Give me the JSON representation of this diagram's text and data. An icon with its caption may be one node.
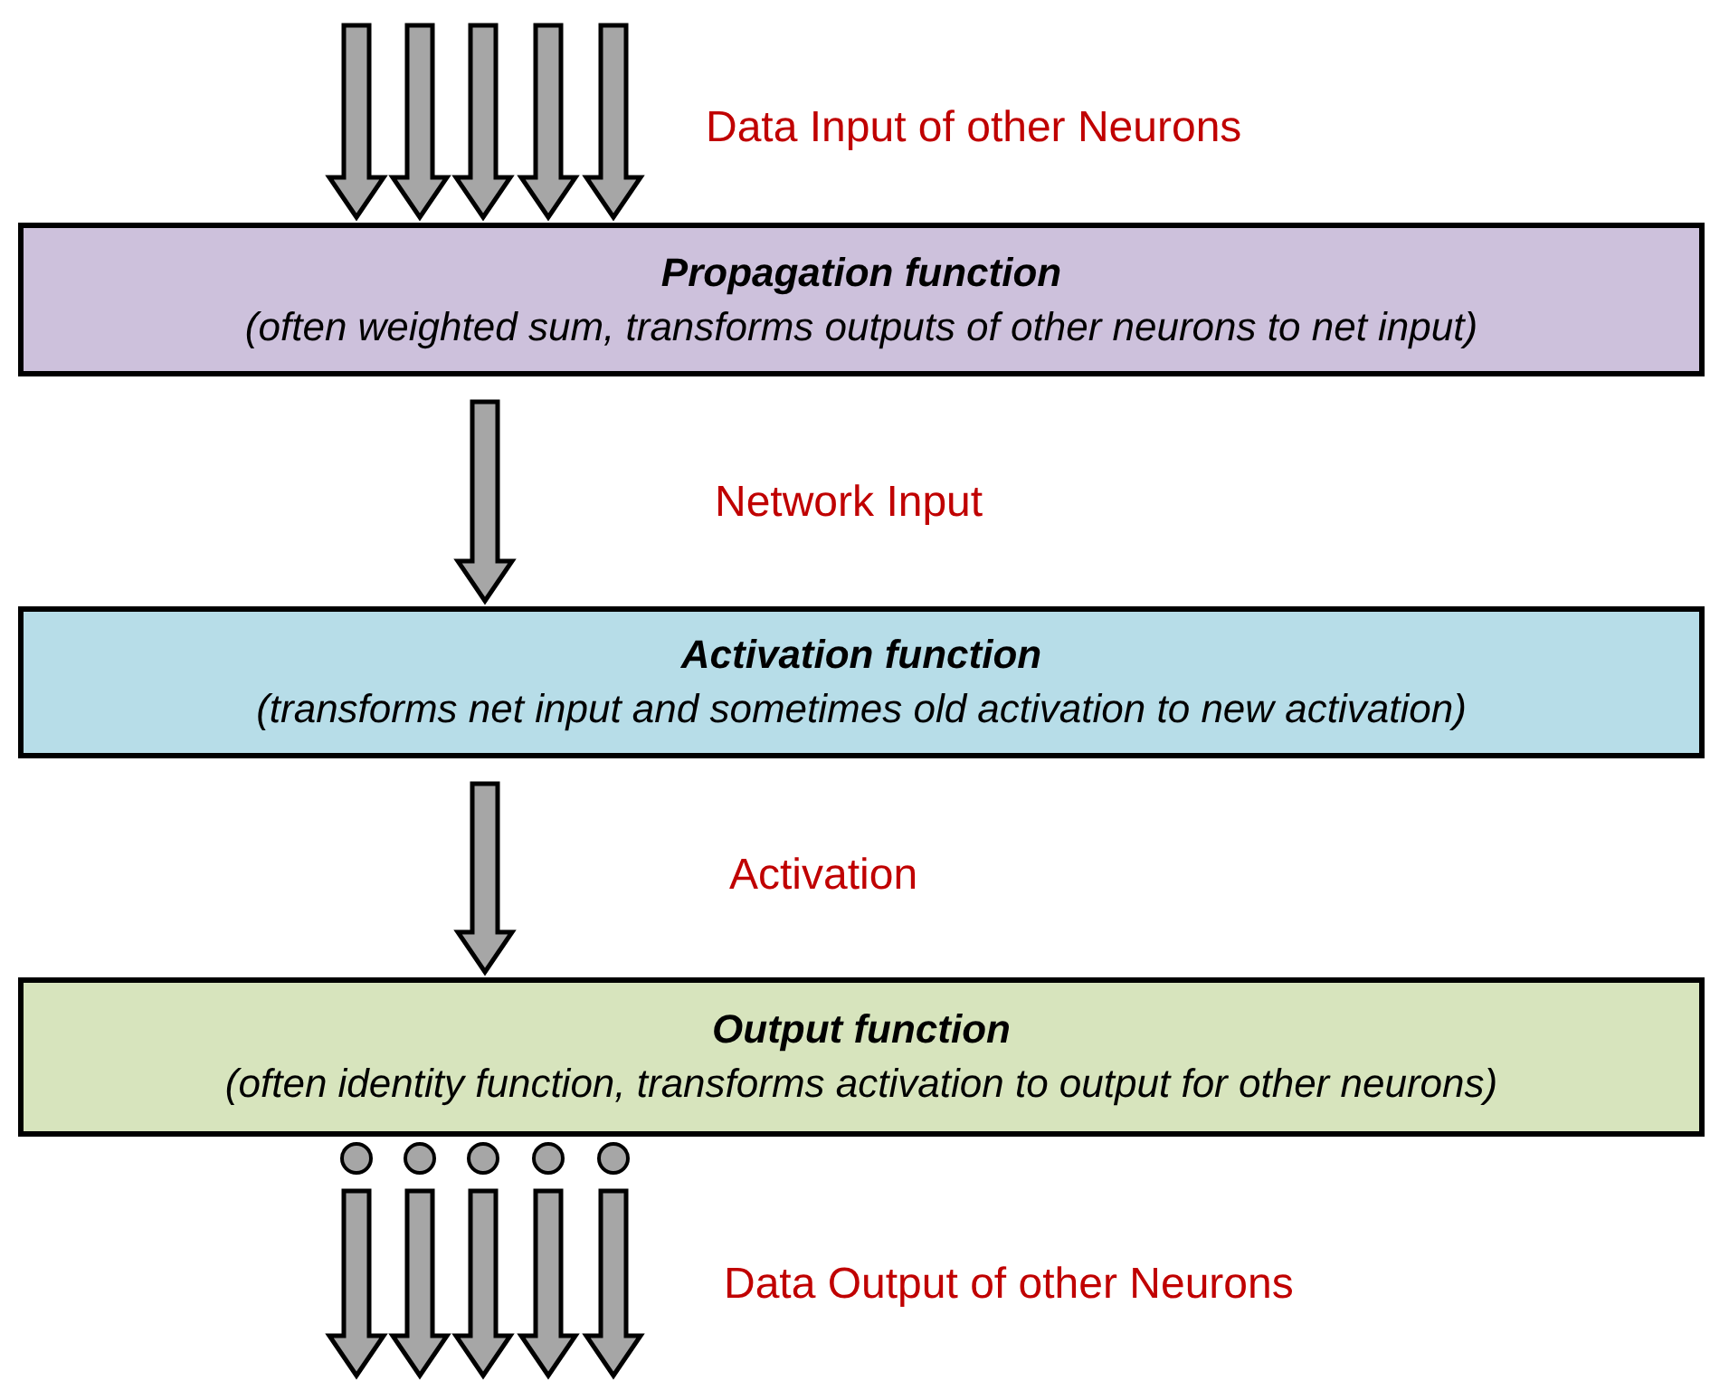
{
  "diagram": {
    "nodes": [
      {
        "text": [
          "Propagation function",
          "(often weighted sum, transforms outputs of other neurons to net input)"
        ]
      },
      {
        "text": [
          "Activation function",
          "(transforms net input and sometimes old activation to new activation)"
        ]
      },
      {
        "text": [
          "Output function",
          "(often identity function, transforms activation to output for other neurons)"
        ]
      },
      {
        "text": [],
        "shape": "circle"
      },
      {
        "text": [],
        "shape": "circle"
      },
      {
        "text": [],
        "shape": "circle"
      },
      {
        "text": [],
        "shape": "circle"
      },
      {
        "text": [],
        "shape": "circle"
      }
    ],
    "edges": [
      {
        "from": null,
        "to": 0,
        "arrow": "to"
      },
      {
        "from": null,
        "to": 0,
        "arrow": "to"
      },
      {
        "from": null,
        "to": 0,
        "arrow": "to"
      },
      {
        "from": null,
        "to": 0,
        "arrow": "to"
      },
      {
        "from": null,
        "to": 0,
        "arrow": "to"
      },
      {
        "from": 0,
        "to": 1,
        "arrow": "to"
      },
      {
        "from": 1,
        "to": 2,
        "arrow": "to"
      },
      {
        "from": 3,
        "to": null,
        "arrow": "to"
      },
      {
        "from": 4,
        "to": null,
        "arrow": "to"
      },
      {
        "from": 5,
        "to": null,
        "arrow": "to"
      },
      {
        "from": 6,
        "to": null,
        "arrow": "to"
      },
      {
        "from": 7,
        "to": null,
        "arrow": "to"
      }
    ],
    "labels": [
      "Data Input of other Neurons",
      "Network Input",
      "Activation",
      "Data Output of other Neurons"
    ]
  }
}
